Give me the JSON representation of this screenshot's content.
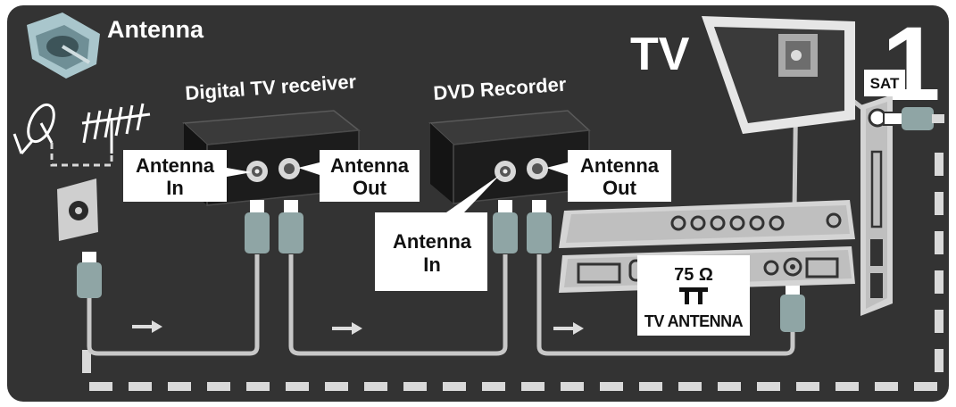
{
  "labels": {
    "antenna": "Antenna",
    "digital_tv_receiver": "Digital TV receiver",
    "dvd_recorder": "DVD Recorder",
    "tv": "TV",
    "sat": "SAT",
    "step_number": "1",
    "ohm": "75 Ω",
    "tv_antenna": "TV ANTENNA"
  },
  "callouts": {
    "receiver_in": {
      "line1": "Antenna",
      "line2": "In"
    },
    "receiver_out": {
      "line1": "Antenna",
      "line2": "Out"
    },
    "dvd_in": {
      "line1": "Antenna",
      "line2": "In"
    },
    "dvd_out": {
      "line1": "Antenna",
      "line2": "Out"
    }
  },
  "colors": {
    "background": "#333333",
    "frame": "#ffffff",
    "device": "#1a1a1a",
    "device_face": "#2a2a2a",
    "cable": "#c8c8c8",
    "connector": "#8fa5a5",
    "dashed": "#d9d9d9",
    "callout": "#ffffff",
    "text_light": "#ffffff",
    "text_dark": "#111111"
  }
}
